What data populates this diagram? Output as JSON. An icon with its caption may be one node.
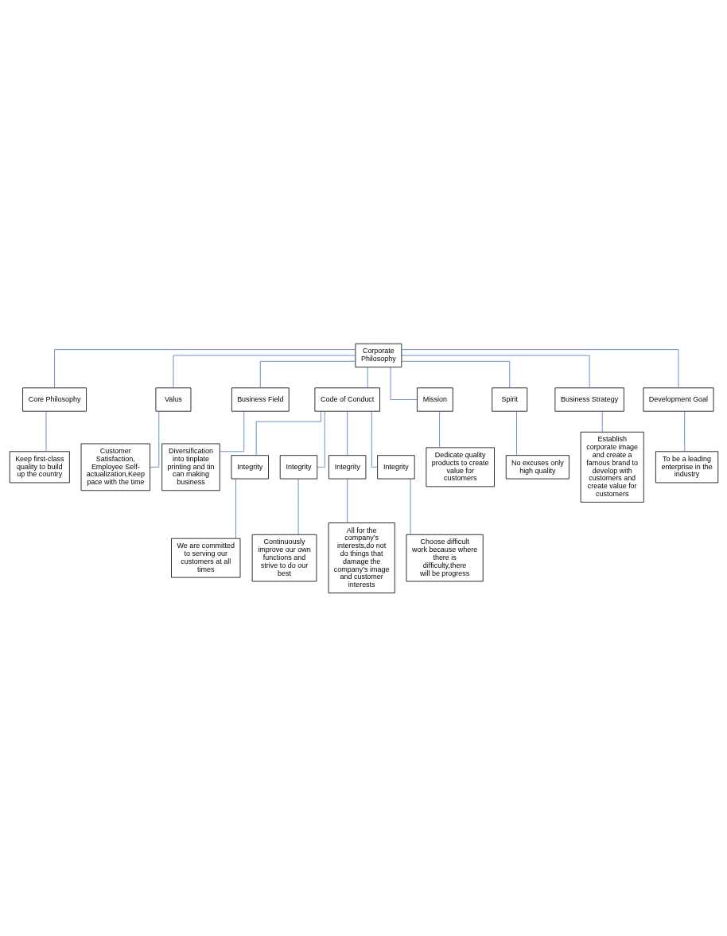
{
  "diagram": {
    "nodes": [
      {
        "text": [
          "Corporate Philosophy"
        ]
      },
      {
        "text": [
          "Core Philosophy"
        ]
      },
      {
        "text": [
          "Keep first-class quality to build up the country"
        ]
      },
      {
        "text": [
          "Valus"
        ]
      },
      {
        "text": [
          "Customer Satisfaction, Employee Self-actualization,Keep pace with the time"
        ]
      },
      {
        "text": [
          "Business Field"
        ]
      },
      {
        "text": [
          "Diversification into tinplate printing and tin can making business"
        ]
      },
      {
        "text": [
          "Code of Conduct"
        ]
      },
      {
        "text": [
          "Mission"
        ]
      },
      {
        "text": [
          "Dedicate quality products to create value for customers"
        ]
      },
      {
        "text": [
          "Spirit"
        ]
      },
      {
        "text": [
          "No excuses only high quality"
        ]
      },
      {
        "text": [
          "Business Strategy"
        ]
      },
      {
        "text": [
          "Establish corporate image and create a famous brand to develop with customers and create value for customers"
        ]
      },
      {
        "text": [
          "Development Goal"
        ]
      },
      {
        "text": [
          "To be a leading enterprise in the industry"
        ]
      },
      {
        "text": [
          "Integrity"
        ]
      },
      {
        "text": [
          "Integrity"
        ]
      },
      {
        "text": [
          "Integrity"
        ]
      },
      {
        "text": [
          "Integrity"
        ]
      },
      {
        "text": [
          "We are committed to serving our customers at all times"
        ]
      },
      {
        "text": [
          "Continuously improve our own functions and strive to do our best"
        ]
      },
      {
        "text": [
          "All for the company’s interests,do not do things that damage the company’s image and customer interests"
        ]
      },
      {
        "text": [
          "Choose difficult work because where there is difficulty,there will be progress"
        ]
      }
    ],
    "edges": [
      {
        "from": 0,
        "to": 1,
        "arrow": "none"
      },
      {
        "from": 0,
        "to": 3,
        "arrow": "none"
      },
      {
        "from": 0,
        "to": 5,
        "arrow": "none"
      },
      {
        "from": 0,
        "to": 7,
        "arrow": "none"
      },
      {
        "from": 0,
        "to": 8,
        "arrow": "none"
      },
      {
        "from": 0,
        "to": 10,
        "arrow": "none"
      },
      {
        "from": 0,
        "to": 12,
        "arrow": "none"
      },
      {
        "from": 0,
        "to": 14,
        "arrow": "none"
      },
      {
        "from": 1,
        "to": 2,
        "arrow": "none"
      },
      {
        "from": 3,
        "to": 4,
        "arrow": "none"
      },
      {
        "from": 5,
        "to": 6,
        "arrow": "none"
      },
      {
        "from": 8,
        "to": 9,
        "arrow": "none"
      },
      {
        "from": 10,
        "to": 11,
        "arrow": "none"
      },
      {
        "from": 12,
        "to": 13,
        "arrow": "none"
      },
      {
        "from": 14,
        "to": 15,
        "arrow": "none"
      },
      {
        "from": 7,
        "to": 16,
        "arrow": "none"
      },
      {
        "from": 7,
        "to": 17,
        "arrow": "none"
      },
      {
        "from": 7,
        "to": 18,
        "arrow": "none"
      },
      {
        "from": 7,
        "to": 19,
        "arrow": "none"
      },
      {
        "from": 16,
        "to": 20,
        "arrow": "none"
      },
      {
        "from": 17,
        "to": 21,
        "arrow": "none"
      },
      {
        "from": 18,
        "to": 22,
        "arrow": "none"
      },
      {
        "from": 19,
        "to": 23,
        "arrow": "none"
      }
    ]
  }
}
